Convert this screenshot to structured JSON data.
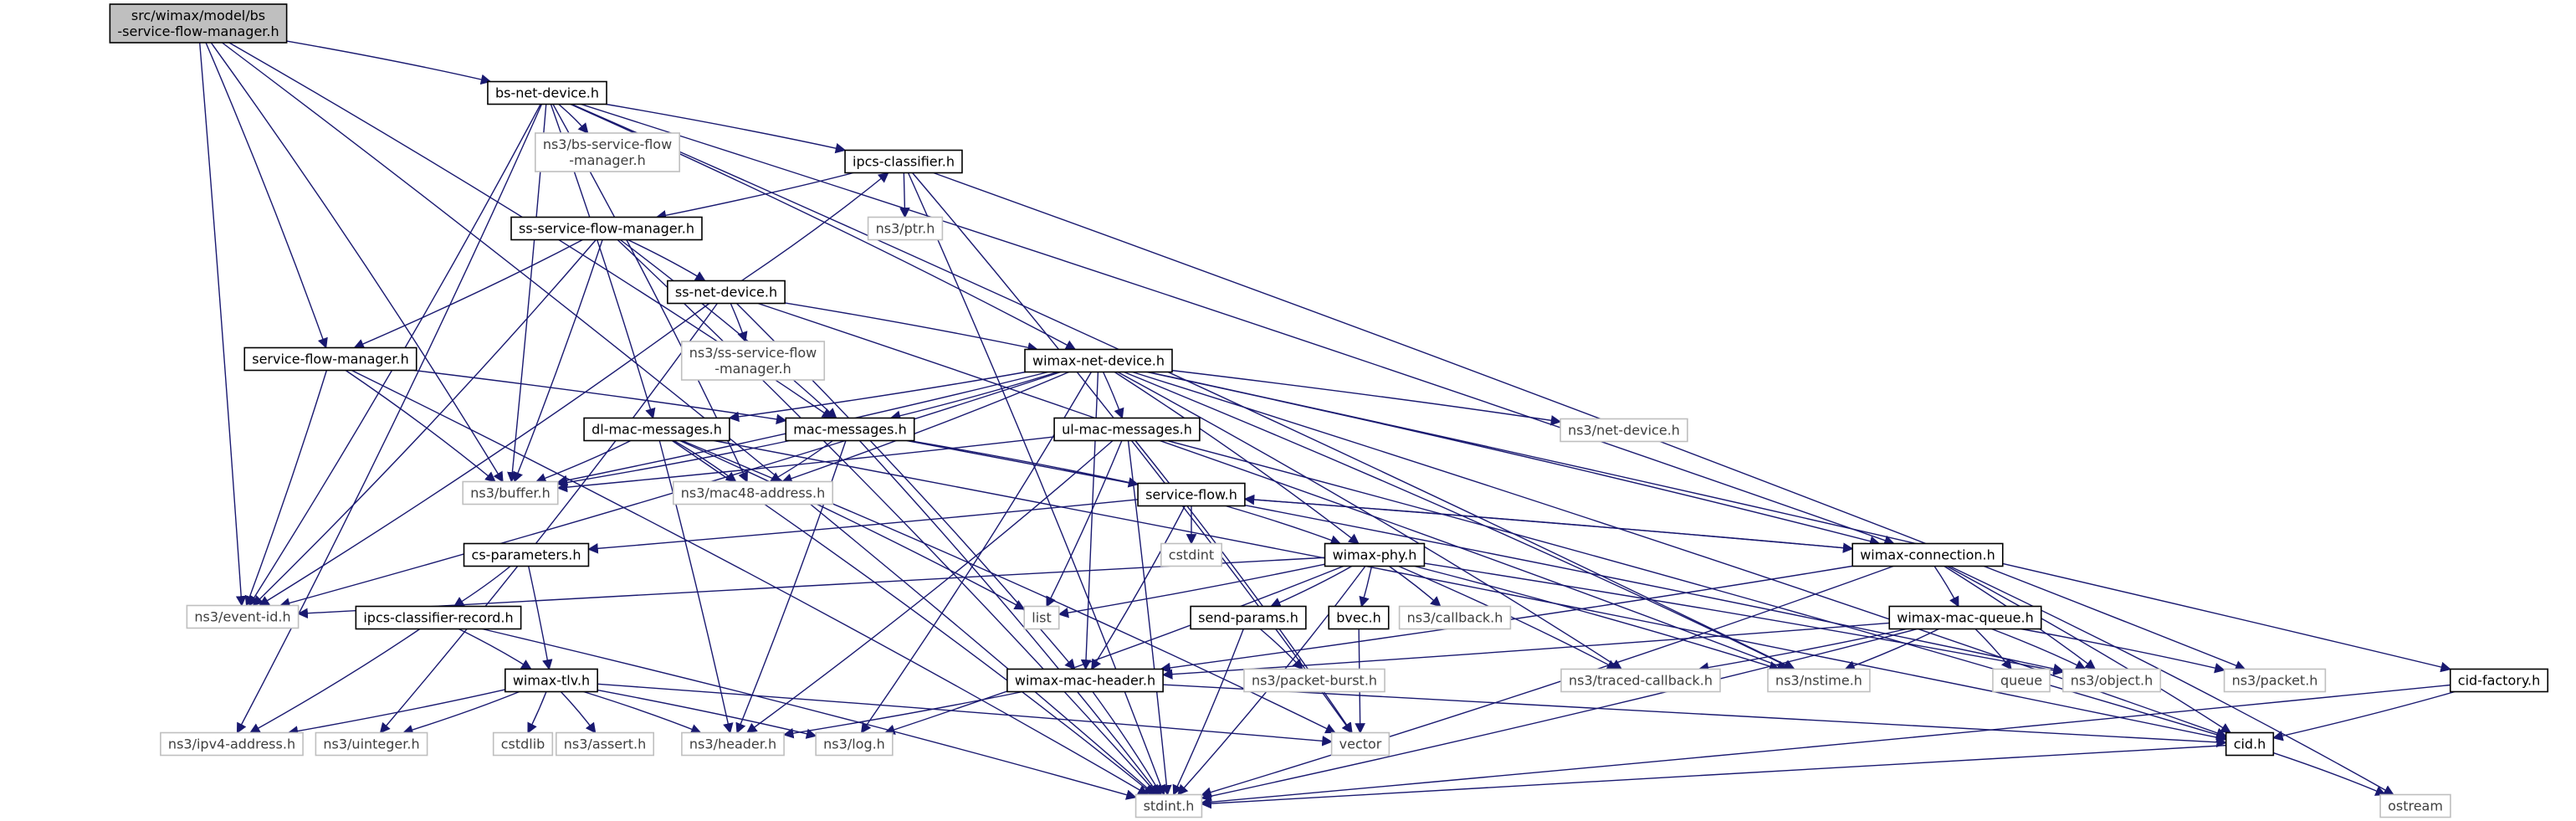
{
  "diagram": {
    "title": "",
    "colors": {
      "root_fill": "#bfbfbf",
      "root_stroke": "#000000",
      "local_stroke": "#000000",
      "external_stroke": "#bfbfbf",
      "edge": "#191970",
      "local_text": "#000000",
      "external_text": "#3f3f3f"
    },
    "nodes": [
      {
        "id": "root",
        "lines": [
          "src/wimax/model/bs",
          "-service-flow-manager.h"
        ],
        "kind": "root"
      },
      {
        "id": "bs_net_device",
        "lines": [
          "bs-net-device.h"
        ],
        "kind": "local"
      },
      {
        "id": "bs_sfm",
        "lines": [
          "ns3/bs-service-flow",
          "-manager.h"
        ],
        "kind": "external"
      },
      {
        "id": "ipcs_classifier",
        "lines": [
          "ipcs-classifier.h"
        ],
        "kind": "local"
      },
      {
        "id": "ptr",
        "lines": [
          "ns3/ptr.h"
        ],
        "kind": "external"
      },
      {
        "id": "ss_sfm",
        "lines": [
          "ss-service-flow-manager.h"
        ],
        "kind": "local"
      },
      {
        "id": "ss_net_device",
        "lines": [
          "ss-net-device.h"
        ],
        "kind": "local"
      },
      {
        "id": "ss_sfm_ext",
        "lines": [
          "ns3/ss-service-flow",
          "-manager.h"
        ],
        "kind": "external"
      },
      {
        "id": "service_flow_manager",
        "lines": [
          "service-flow-manager.h"
        ],
        "kind": "local"
      },
      {
        "id": "wimax_net_device",
        "lines": [
          "wimax-net-device.h"
        ],
        "kind": "local"
      },
      {
        "id": "net_device",
        "lines": [
          "ns3/net-device.h"
        ],
        "kind": "external"
      },
      {
        "id": "dl_mac",
        "lines": [
          "dl-mac-messages.h"
        ],
        "kind": "local"
      },
      {
        "id": "mac_messages",
        "lines": [
          "mac-messages.h"
        ],
        "kind": "local"
      },
      {
        "id": "ul_mac",
        "lines": [
          "ul-mac-messages.h"
        ],
        "kind": "local"
      },
      {
        "id": "buffer",
        "lines": [
          "ns3/buffer.h"
        ],
        "kind": "external"
      },
      {
        "id": "mac48",
        "lines": [
          "ns3/mac48-address.h"
        ],
        "kind": "external"
      },
      {
        "id": "service_flow",
        "lines": [
          "service-flow.h"
        ],
        "kind": "local"
      },
      {
        "id": "cstdint",
        "lines": [
          "cstdint"
        ],
        "kind": "external"
      },
      {
        "id": "cs_parameters",
        "lines": [
          "cs-parameters.h"
        ],
        "kind": "local"
      },
      {
        "id": "wimax_phy",
        "lines": [
          "wimax-phy.h"
        ],
        "kind": "local"
      },
      {
        "id": "wimax_connection",
        "lines": [
          "wimax-connection.h"
        ],
        "kind": "local"
      },
      {
        "id": "event_id",
        "lines": [
          "ns3/event-id.h"
        ],
        "kind": "external"
      },
      {
        "id": "list",
        "lines": [
          "list"
        ],
        "kind": "external"
      },
      {
        "id": "ipcs_cr",
        "lines": [
          "ipcs-classifier-record.h"
        ],
        "kind": "local"
      },
      {
        "id": "send_params",
        "lines": [
          "send-params.h"
        ],
        "kind": "local"
      },
      {
        "id": "bvec",
        "lines": [
          "bvec.h"
        ],
        "kind": "local"
      },
      {
        "id": "callback",
        "lines": [
          "ns3/callback.h"
        ],
        "kind": "external"
      },
      {
        "id": "wimax_mac_queue",
        "lines": [
          "wimax-mac-queue.h"
        ],
        "kind": "local"
      },
      {
        "id": "packet_burst",
        "lines": [
          "ns3/packet-burst.h"
        ],
        "kind": "external"
      },
      {
        "id": "wimax_mac_header",
        "lines": [
          "wimax-mac-header.h"
        ],
        "kind": "local"
      },
      {
        "id": "traced_callback",
        "lines": [
          "ns3/traced-callback.h"
        ],
        "kind": "external"
      },
      {
        "id": "nstime",
        "lines": [
          "ns3/nstime.h"
        ],
        "kind": "external"
      },
      {
        "id": "queue",
        "lines": [
          "queue"
        ],
        "kind": "external"
      },
      {
        "id": "object",
        "lines": [
          "ns3/object.h"
        ],
        "kind": "external"
      },
      {
        "id": "packet",
        "lines": [
          "ns3/packet.h"
        ],
        "kind": "external"
      },
      {
        "id": "cid_factory",
        "lines": [
          "cid-factory.h"
        ],
        "kind": "local"
      },
      {
        "id": "wimax_tlv",
        "lines": [
          "wimax-tlv.h"
        ],
        "kind": "local"
      },
      {
        "id": "ipv4",
        "lines": [
          "ns3/ipv4-address.h"
        ],
        "kind": "external"
      },
      {
        "id": "uinteger",
        "lines": [
          "ns3/uinteger.h"
        ],
        "kind": "external"
      },
      {
        "id": "cstdlib",
        "lines": [
          "cstdlib"
        ],
        "kind": "external"
      },
      {
        "id": "assert",
        "lines": [
          "ns3/assert.h"
        ],
        "kind": "external"
      },
      {
        "id": "header",
        "lines": [
          "ns3/header.h"
        ],
        "kind": "external"
      },
      {
        "id": "log",
        "lines": [
          "ns3/log.h"
        ],
        "kind": "external"
      },
      {
        "id": "vector",
        "lines": [
          "vector"
        ],
        "kind": "external"
      },
      {
        "id": "cid",
        "lines": [
          "cid.h"
        ],
        "kind": "local"
      },
      {
        "id": "stdint",
        "lines": [
          "stdint.h"
        ],
        "kind": "external"
      },
      {
        "id": "ostream",
        "lines": [
          "ostream"
        ],
        "kind": "external"
      }
    ],
    "edges": [
      [
        "root",
        "bs_net_device"
      ],
      [
        "root",
        "service_flow_manager"
      ],
      [
        "root",
        "mac_messages"
      ],
      [
        "root",
        "buffer"
      ],
      [
        "root",
        "event_id"
      ],
      [
        "root",
        "stdint"
      ],
      [
        "bs_net_device",
        "bs_sfm"
      ],
      [
        "bs_net_device",
        "ipcs_classifier"
      ],
      [
        "bs_net_device",
        "wimax_net_device"
      ],
      [
        "bs_net_device",
        "dl_mac"
      ],
      [
        "bs_net_device",
        "mac48"
      ],
      [
        "bs_net_device",
        "buffer"
      ],
      [
        "bs_net_device",
        "event_id"
      ],
      [
        "bs_net_device",
        "ipv4"
      ],
      [
        "bs_net_device",
        "wimax_connection"
      ],
      [
        "bs_net_device",
        "nstime"
      ],
      [
        "ipcs_classifier",
        "ptr"
      ],
      [
        "ipcs_classifier",
        "ss_sfm"
      ],
      [
        "ipcs_classifier",
        "vector"
      ],
      [
        "ipcs_classifier",
        "packet"
      ],
      [
        "ipcs_classifier",
        "stdint"
      ],
      [
        "ss_sfm",
        "ss_net_device"
      ],
      [
        "ss_sfm",
        "service_flow_manager"
      ],
      [
        "ss_sfm",
        "mac_messages"
      ],
      [
        "ss_sfm",
        "buffer"
      ],
      [
        "ss_sfm",
        "event_id"
      ],
      [
        "ss_sfm",
        "stdint"
      ],
      [
        "ss_net_device",
        "ipcs_classifier"
      ],
      [
        "ss_net_device",
        "ss_sfm_ext"
      ],
      [
        "ss_net_device",
        "wimax_net_device"
      ],
      [
        "ss_net_device",
        "event_id"
      ],
      [
        "ss_net_device",
        "uinteger"
      ],
      [
        "ss_net_device",
        "wimax_mac_header"
      ],
      [
        "ss_net_device",
        "nstime"
      ],
      [
        "service_flow_manager",
        "mac_messages"
      ],
      [
        "service_flow_manager",
        "buffer"
      ],
      [
        "service_flow_manager",
        "event_id"
      ],
      [
        "service_flow_manager",
        "stdint"
      ],
      [
        "wimax_net_device",
        "net_device"
      ],
      [
        "wimax_net_device",
        "dl_mac"
      ],
      [
        "wimax_net_device",
        "mac_messages"
      ],
      [
        "wimax_net_device",
        "ul_mac"
      ],
      [
        "wimax_net_device",
        "mac48"
      ],
      [
        "wimax_net_device",
        "buffer"
      ],
      [
        "wimax_net_device",
        "event_id"
      ],
      [
        "wimax_net_device",
        "wimax_phy"
      ],
      [
        "wimax_net_device",
        "wimax_connection"
      ],
      [
        "wimax_net_device",
        "wimax_mac_header"
      ],
      [
        "wimax_net_device",
        "traced_callback"
      ],
      [
        "wimax_net_device",
        "nstime"
      ],
      [
        "wimax_net_device",
        "log"
      ],
      [
        "wimax_net_device",
        "cid_factory"
      ],
      [
        "wimax_net_device",
        "cid"
      ],
      [
        "dl_mac",
        "buffer"
      ],
      [
        "dl_mac",
        "mac48"
      ],
      [
        "dl_mac",
        "header"
      ],
      [
        "dl_mac",
        "list"
      ],
      [
        "dl_mac",
        "vector"
      ],
      [
        "dl_mac",
        "cid"
      ],
      [
        "dl_mac",
        "stdint"
      ],
      [
        "mac_messages",
        "buffer"
      ],
      [
        "mac_messages",
        "mac48"
      ],
      [
        "mac_messages",
        "service_flow"
      ],
      [
        "mac_messages",
        "header"
      ],
      [
        "mac_messages",
        "stdint"
      ],
      [
        "mac_messages",
        "object"
      ],
      [
        "ul_mac",
        "buffer"
      ],
      [
        "ul_mac",
        "header"
      ],
      [
        "ul_mac",
        "list"
      ],
      [
        "ul_mac",
        "vector"
      ],
      [
        "ul_mac",
        "stdint"
      ],
      [
        "ul_mac",
        "cid"
      ],
      [
        "service_flow",
        "cstdint"
      ],
      [
        "service_flow",
        "cs_parameters"
      ],
      [
        "service_flow",
        "wimax_phy"
      ],
      [
        "service_flow",
        "wimax_connection"
      ],
      [
        "service_flow",
        "wimax_mac_header"
      ],
      [
        "cs_parameters",
        "ipcs_cr"
      ],
      [
        "cs_parameters",
        "wimax_tlv"
      ],
      [
        "wimax_phy",
        "event_id"
      ],
      [
        "wimax_phy",
        "list"
      ],
      [
        "wimax_phy",
        "send_params"
      ],
      [
        "wimax_phy",
        "bvec"
      ],
      [
        "wimax_phy",
        "callback"
      ],
      [
        "wimax_phy",
        "traced_callback"
      ],
      [
        "wimax_phy",
        "nstime"
      ],
      [
        "wimax_phy",
        "object"
      ],
      [
        "wimax_phy",
        "log"
      ],
      [
        "wimax_phy",
        "stdint"
      ],
      [
        "wimax_connection",
        "service_flow"
      ],
      [
        "wimax_connection",
        "wimax_mac_queue"
      ],
      [
        "wimax_connection",
        "wimax_mac_header"
      ],
      [
        "wimax_connection",
        "object"
      ],
      [
        "wimax_connection",
        "cid"
      ],
      [
        "wimax_connection",
        "ostream"
      ],
      [
        "wimax_connection",
        "stdint"
      ],
      [
        "ipcs_cr",
        "wimax_tlv"
      ],
      [
        "ipcs_cr",
        "ipv4"
      ],
      [
        "ipcs_cr",
        "stdint"
      ],
      [
        "send_params",
        "packet_burst"
      ],
      [
        "send_params",
        "stdint"
      ],
      [
        "bvec",
        "vector"
      ],
      [
        "wimax_mac_queue",
        "wimax_mac_header"
      ],
      [
        "wimax_mac_queue",
        "traced_callback"
      ],
      [
        "wimax_mac_queue",
        "nstime"
      ],
      [
        "wimax_mac_queue",
        "queue"
      ],
      [
        "wimax_mac_queue",
        "object"
      ],
      [
        "wimax_mac_queue",
        "packet"
      ],
      [
        "wimax_mac_queue",
        "stdint"
      ],
      [
        "wimax_mac_header",
        "header"
      ],
      [
        "wimax_mac_header",
        "cid"
      ],
      [
        "wimax_mac_header",
        "stdint"
      ],
      [
        "cid_factory",
        "cid"
      ],
      [
        "cid_factory",
        "stdint"
      ],
      [
        "wimax_tlv",
        "ipv4"
      ],
      [
        "wimax_tlv",
        "uinteger"
      ],
      [
        "wimax_tlv",
        "cstdlib"
      ],
      [
        "wimax_tlv",
        "assert"
      ],
      [
        "wimax_tlv",
        "header"
      ],
      [
        "wimax_tlv",
        "log"
      ],
      [
        "wimax_tlv",
        "vector"
      ],
      [
        "cid",
        "stdint"
      ],
      [
        "cid",
        "ostream"
      ]
    ]
  }
}
